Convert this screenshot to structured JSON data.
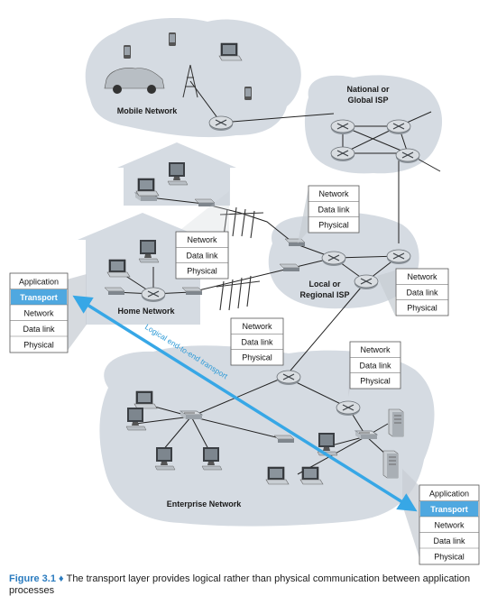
{
  "regions": {
    "mobile": "Mobile Network",
    "national_line1": "National or",
    "national_line2": "Global ISP",
    "local_line1": "Local or",
    "local_line2": "Regional ISP",
    "home": "Home Network",
    "enterprise": "Enterprise Network"
  },
  "stacks": {
    "left_host": [
      "Application",
      "Transport",
      "Network",
      "Data link",
      "Physical"
    ],
    "right_host": [
      "Application",
      "Transport",
      "Network",
      "Data link",
      "Physical"
    ],
    "home_router": [
      "Network",
      "Data link",
      "Physical"
    ],
    "isp_router_top": [
      "Network",
      "Data link",
      "Physical"
    ],
    "isp_router_right": [
      "Network",
      "Data link",
      "Physical"
    ],
    "enterprise_router_left": [
      "Network",
      "Data link",
      "Physical"
    ],
    "enterprise_router_right": [
      "Network",
      "Data link",
      "Physical"
    ]
  },
  "arrow_label": "Logical end-to-end transport",
  "caption": {
    "figure": "Figure 3.1",
    "diamond": "♦",
    "text": "The transport layer provides logical rather than physical communication between application processes"
  },
  "colors": {
    "cloud": "#d5dbe2",
    "highlight": "#4fa8e0",
    "arrow": "#37a7e6",
    "figure_blue": "#2a7bbf"
  }
}
